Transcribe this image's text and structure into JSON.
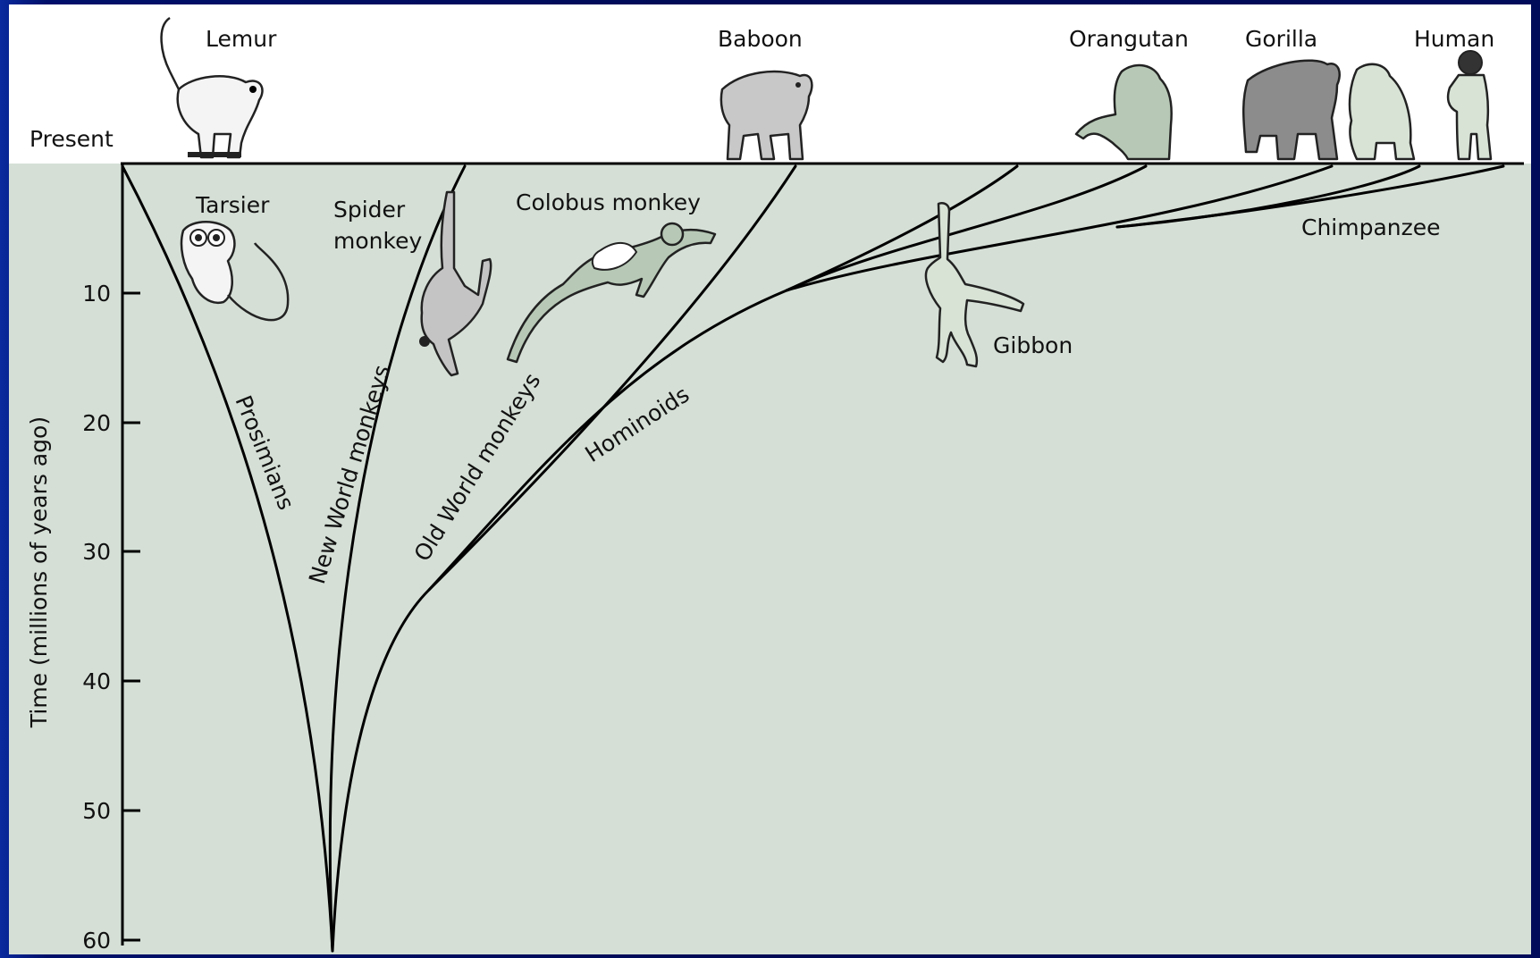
{
  "present_label": "Present",
  "axis": {
    "label": "Time (millions of years ago)",
    "ticks": [
      "10",
      "20",
      "30",
      "40",
      "50",
      "60"
    ]
  },
  "species": {
    "lemur": "Lemur",
    "baboon": "Baboon",
    "orangutan": "Orangutan",
    "gorilla": "Gorilla",
    "human": "Human",
    "tarsier": "Tarsier",
    "spider_monkey_line1": "Spider",
    "spider_monkey_line2": "monkey",
    "colobus_monkey": "Colobus monkey",
    "chimpanzee": "Chimpanzee",
    "gibbon": "Gibbon"
  },
  "groups": {
    "prosimians": "Prosimians",
    "new_world": "New World monkeys",
    "old_world": "Old World monkeys",
    "hominoids": "Hominoids"
  },
  "colors": {
    "plot_bg": "#d5dfd6",
    "top_bg": "#ffffff",
    "frame_bg": "#000b5a",
    "ape_fill": "#b7c9b6",
    "gray_fill": "#c0c0c0",
    "dark_fill": "#8c8c8c"
  }
}
